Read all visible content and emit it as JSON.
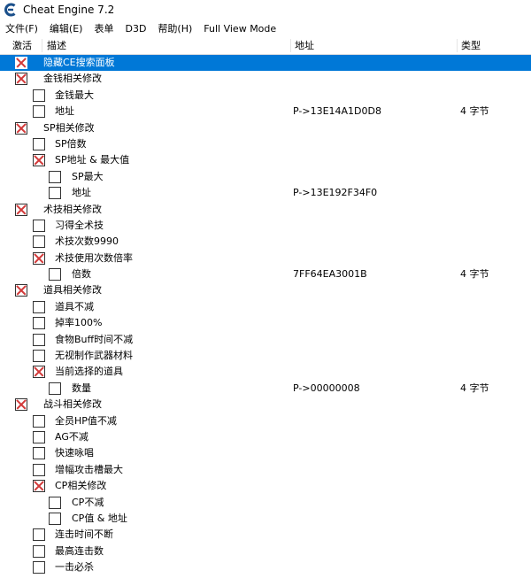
{
  "window": {
    "title": "Cheat Engine 7.2"
  },
  "menu": [
    "文件(F)",
    "编辑(E)",
    "表单",
    "D3D",
    "帮助(H)",
    "Full View Mode"
  ],
  "columns": {
    "active": "激活",
    "description": "描述",
    "address": "地址",
    "type": "类型"
  },
  "colors": {
    "selection": "#0078d7",
    "check_mark": "#d23a3a"
  },
  "rows": [
    {
      "level": 0,
      "checked": true,
      "selected": true,
      "description": "隐藏CE搜索面板",
      "address": "",
      "type": ""
    },
    {
      "level": 0,
      "checked": true,
      "selected": false,
      "description": "金钱相关修改",
      "address": "",
      "type": ""
    },
    {
      "level": 1,
      "checked": false,
      "selected": false,
      "description": "金钱最大",
      "address": "",
      "type": ""
    },
    {
      "level": 1,
      "checked": false,
      "selected": false,
      "description": "地址",
      "address": "P->13E14A1D0D8",
      "type": "4 字节"
    },
    {
      "level": 0,
      "checked": true,
      "selected": false,
      "description": "SP相关修改",
      "address": "",
      "type": ""
    },
    {
      "level": 1,
      "checked": false,
      "selected": false,
      "description": "SP倍数",
      "address": "",
      "type": ""
    },
    {
      "level": 1,
      "checked": true,
      "selected": false,
      "description": "SP地址 & 最大值",
      "address": "",
      "type": ""
    },
    {
      "level": 2,
      "checked": false,
      "selected": false,
      "description": "SP最大",
      "address": "",
      "type": ""
    },
    {
      "level": 2,
      "checked": false,
      "selected": false,
      "description": "地址",
      "address": "P->13E192F34F0",
      "type": ""
    },
    {
      "level": 0,
      "checked": true,
      "selected": false,
      "description": "术技相关修改",
      "address": "",
      "type": ""
    },
    {
      "level": 1,
      "checked": false,
      "selected": false,
      "description": "习得全术技",
      "address": "",
      "type": ""
    },
    {
      "level": 1,
      "checked": false,
      "selected": false,
      "description": "术技次数9990",
      "address": "",
      "type": ""
    },
    {
      "level": 1,
      "checked": true,
      "selected": false,
      "description": "术技使用次数倍率",
      "address": "",
      "type": ""
    },
    {
      "level": 2,
      "checked": false,
      "selected": false,
      "description": "倍数",
      "address": "7FF64EA3001B",
      "type": "4 字节"
    },
    {
      "level": 0,
      "checked": true,
      "selected": false,
      "description": "道具相关修改",
      "address": "",
      "type": ""
    },
    {
      "level": 1,
      "checked": false,
      "selected": false,
      "description": "道具不减",
      "address": "",
      "type": ""
    },
    {
      "level": 1,
      "checked": false,
      "selected": false,
      "description": "掉率100%",
      "address": "",
      "type": ""
    },
    {
      "level": 1,
      "checked": false,
      "selected": false,
      "description": "食物Buff时间不减",
      "address": "",
      "type": ""
    },
    {
      "level": 1,
      "checked": false,
      "selected": false,
      "description": "无视制作武器材料",
      "address": "",
      "type": ""
    },
    {
      "level": 1,
      "checked": true,
      "selected": false,
      "description": "当前选择的道具",
      "address": "",
      "type": ""
    },
    {
      "level": 2,
      "checked": false,
      "selected": false,
      "description": "数量",
      "address": "P->00000008",
      "type": "4 字节"
    },
    {
      "level": 0,
      "checked": true,
      "selected": false,
      "description": "战斗相关修改",
      "address": "",
      "type": ""
    },
    {
      "level": 1,
      "checked": false,
      "selected": false,
      "description": "全员HP值不减",
      "address": "",
      "type": ""
    },
    {
      "level": 1,
      "checked": false,
      "selected": false,
      "description": "AG不减",
      "address": "",
      "type": ""
    },
    {
      "level": 1,
      "checked": false,
      "selected": false,
      "description": "快速咏唱",
      "address": "",
      "type": ""
    },
    {
      "level": 1,
      "checked": false,
      "selected": false,
      "description": "增幅攻击槽最大",
      "address": "",
      "type": ""
    },
    {
      "level": 1,
      "checked": true,
      "selected": false,
      "description": "CP相关修改",
      "address": "",
      "type": ""
    },
    {
      "level": 2,
      "checked": false,
      "selected": false,
      "description": "CP不减",
      "address": "",
      "type": ""
    },
    {
      "level": 2,
      "checked": false,
      "selected": false,
      "description": "CP值 & 地址",
      "address": "",
      "type": ""
    },
    {
      "level": 1,
      "checked": false,
      "selected": false,
      "description": "连击时间不断",
      "address": "",
      "type": ""
    },
    {
      "level": 1,
      "checked": false,
      "selected": false,
      "description": "最高连击数",
      "address": "",
      "type": ""
    },
    {
      "level": 1,
      "checked": false,
      "selected": false,
      "description": "一击必杀",
      "address": "",
      "type": ""
    }
  ]
}
